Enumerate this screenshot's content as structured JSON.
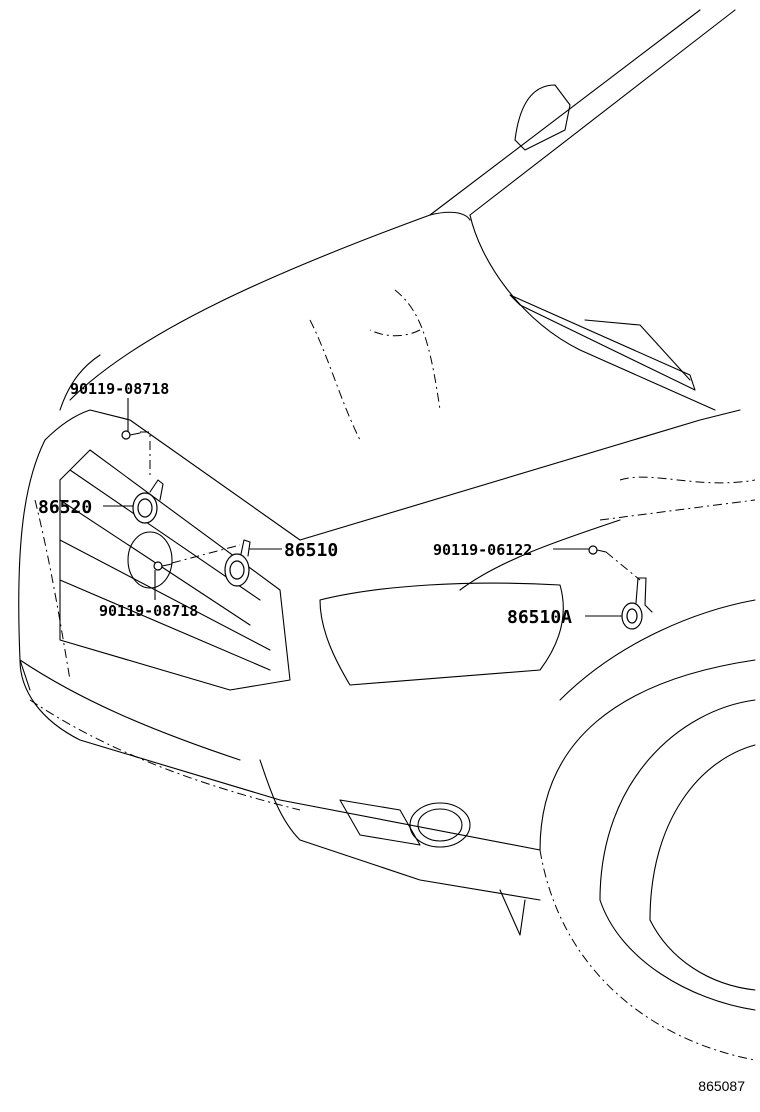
{
  "callouts": {
    "bolt_top_left": "90119-08718",
    "horn_low": "86520",
    "horn_high": "86510",
    "bolt_bottom_left": "90119-08718",
    "bolt_right": "90119-06122",
    "horn_right": "86510A"
  },
  "figure_number": "865087"
}
